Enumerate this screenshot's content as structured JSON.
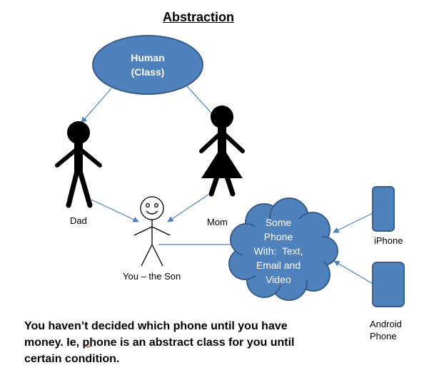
{
  "title": "Abstraction",
  "human": {
    "line1": "Human",
    "line2": "(Class)"
  },
  "labels": {
    "dad": "Dad",
    "mom": "Mom",
    "son": "You – the Son",
    "iphone": "iPhone",
    "android_line1": "Android",
    "android_line2": "Phone"
  },
  "cloud": {
    "lines": [
      "Some",
      "Phone",
      "With:  Text,",
      "Email and",
      "Video"
    ]
  },
  "note": {
    "lines": [
      "You haven’t decided which phone until you have",
      "money. Ie, phone is an abstract class for you until",
      "certain condition."
    ]
  },
  "colors": {
    "shape_fill": "#4f81bd",
    "shape_stroke": "#385d8a",
    "connector": "#4f81bd",
    "figure": "#000000"
  }
}
